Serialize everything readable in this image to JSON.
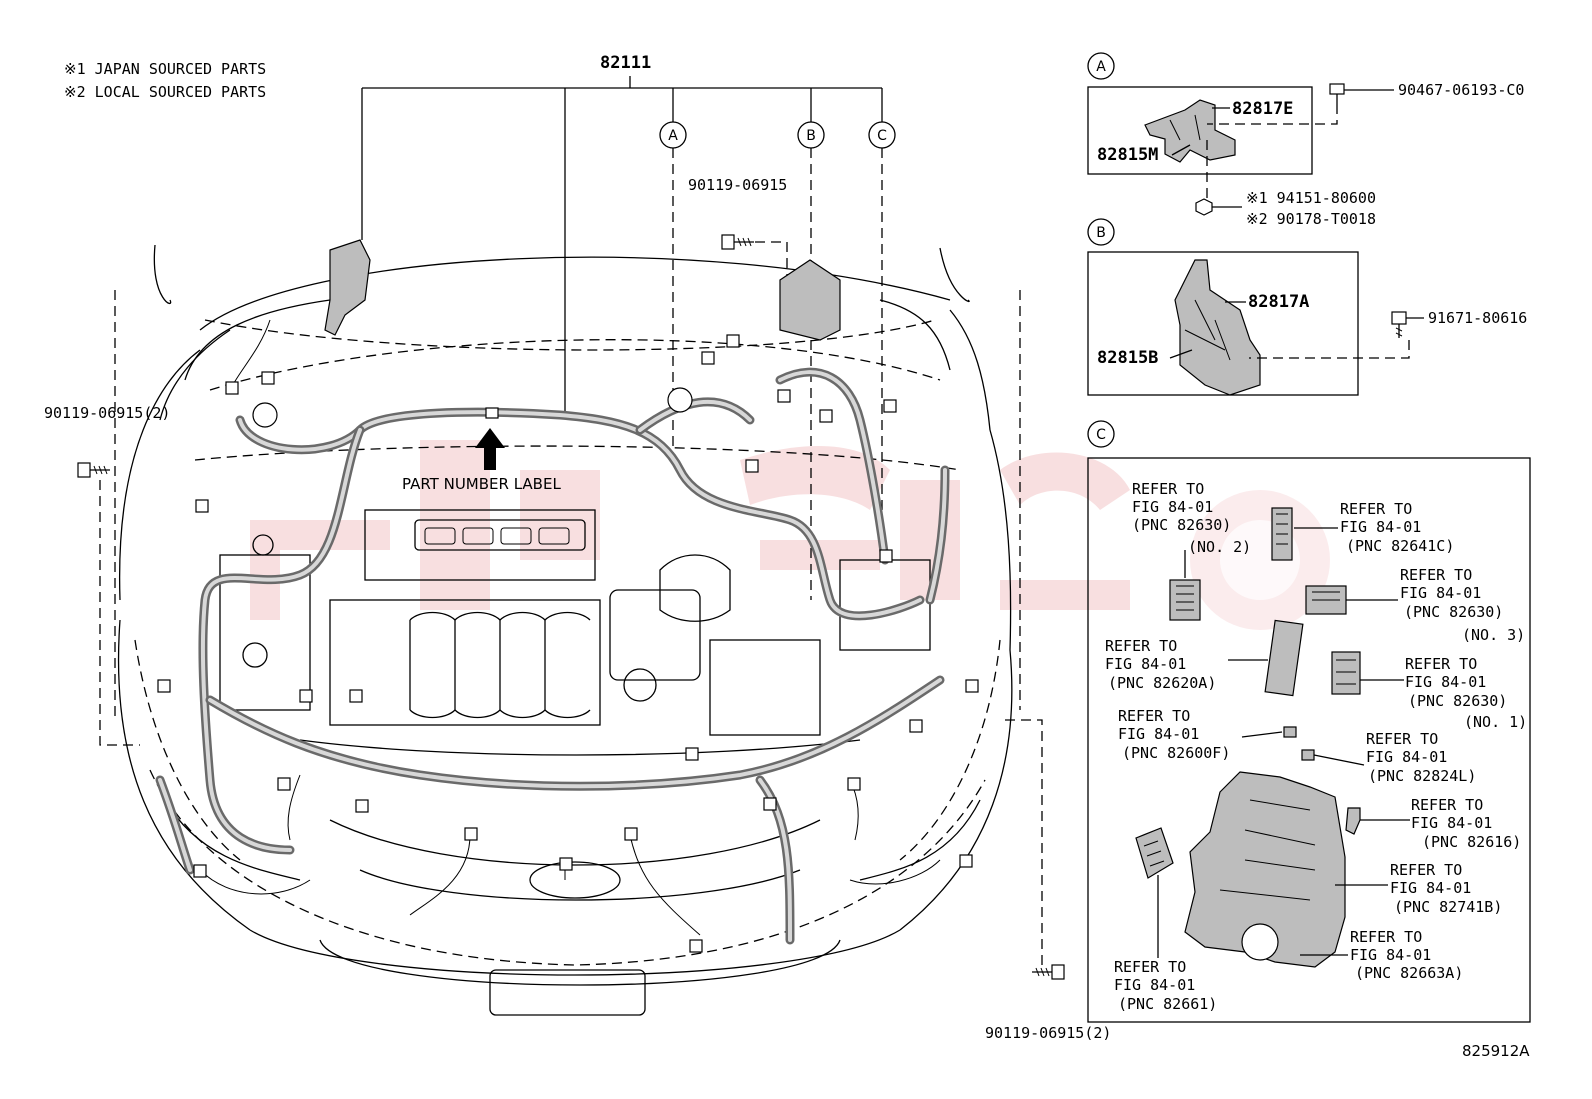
{
  "notes": [
    "※1  JAPAN SOURCED PARTS",
    "※2  LOCAL SOURCED PARTS"
  ],
  "main_part": "82111",
  "callouts": {
    "a": "A",
    "b": "B",
    "c": "C"
  },
  "bolt_top": "90119-06915",
  "bolt_left": "90119-06915(2)",
  "bolt_bottom": "90119-06915(2)",
  "label_caption": "PART NUMBER LABEL",
  "detail_a": {
    "part1": "82817E",
    "part2": "82815M",
    "screw": "90467-06193-C0",
    "nut1": "※1 94151-80600",
    "nut2": "※2 90178-T0018"
  },
  "detail_b": {
    "part1": "82817A",
    "part2": "82815B",
    "screw": "91671-80616"
  },
  "detail_c": {
    "refs": [
      {
        "l1": "REFER TO",
        "l2": "FIG 84-01",
        "l3": "(PNC 82630)",
        "l4": "(NO. 2)"
      },
      {
        "l1": "REFER TO",
        "l2": "FIG 84-01",
        "l3": "(PNC 82641C)"
      },
      {
        "l1": "REFER TO",
        "l2": "FIG 84-01",
        "l3": "(PNC 82630)",
        "l4": "(NO. 3)"
      },
      {
        "l1": "REFER TO",
        "l2": "FIG 84-01",
        "l3": "(PNC 82620A)"
      },
      {
        "l1": "REFER TO",
        "l2": "FIG 84-01",
        "l3": "(PNC 82630)",
        "l4": "(NO. 1)"
      },
      {
        "l1": "REFER TO",
        "l2": "FIG 84-01",
        "l3": "(PNC 82600F)"
      },
      {
        "l1": "REFER TO",
        "l2": "FIG 84-01",
        "l3": "(PNC 82824L)"
      },
      {
        "l1": "REFER TO",
        "l2": "FIG 84-01",
        "l3": "(PNC 82616)"
      },
      {
        "l1": "REFER TO",
        "l2": "FIG 84-01",
        "l3": "(PNC 82741B)"
      },
      {
        "l1": "REFER TO",
        "l2": "FIG 84-01",
        "l3": "(PNC 82663A)"
      },
      {
        "l1": "REFER TO",
        "l2": "FIG 84-01",
        "l3": "(PNC 82661)"
      }
    ]
  },
  "figure_id": "825912A"
}
